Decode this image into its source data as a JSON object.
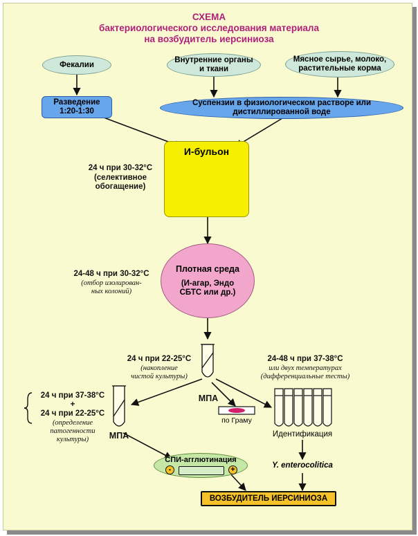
{
  "title": {
    "line1": "СХЕМА",
    "line2": "бактериологического исследования материала",
    "line3": "на возбудитель иерсиниоза"
  },
  "sources": {
    "feces": "Фекалии",
    "organs_1": "Внутренние органы",
    "organs_2": "и ткани",
    "raw_1": "Мясное сырье, молоко,",
    "raw_2": "растительные корма"
  },
  "dilution": {
    "line1": "Разведение",
    "line2": "1:20-1:30"
  },
  "suspension": {
    "line1": "Суспензии в физиологическом растворе или",
    "line2": "дистиллированной воде"
  },
  "enrichment": {
    "medium": "И-бульон",
    "time": "24 ч при 30-32°С",
    "note_1": "(селективное",
    "note_2": "обогащение)"
  },
  "solid": {
    "title": "Плотная среда",
    "line1": "(И-агар, Эндо",
    "line2": "СБТС или др.)",
    "time": "24-48 ч при 30-32°С",
    "note_1": "(отбор изолирован-",
    "note_2": "ных колоний)"
  },
  "pure": {
    "time": "24 ч при 22-25°С",
    "note_1": "(накопление",
    "note_2": "чистой культуры)",
    "medium": "МПА"
  },
  "gram": "по Граму",
  "pathogenicity": {
    "time1": "24 ч при 37-38°С",
    "plus": "+",
    "time2": "24 ч при 22-25°С",
    "note_1": "(определение",
    "note_2": "патогенности",
    "note_3": "культуры)",
    "medium": "МПА"
  },
  "identification": {
    "time": "24-48 ч при 37-38°С",
    "note_1": "или двух температурах",
    "note_2": "(дифференциальные тесты)",
    "label": "Идентификация",
    "species": "Y. enterocolitica"
  },
  "agglutination": {
    "label": "СПИ-агглютинация",
    "minus": "-",
    "plus": "+"
  },
  "result": "ВОЗБУДИТЕЛЬ ИЕРСИНИОЗА",
  "colors": {
    "title": "#b0207a",
    "oval": "#cfe8dc",
    "blue": "#68a6ec",
    "yellow": "#f6f000",
    "pink": "#f2a6cc",
    "green": "#c6e8a6",
    "orange": "#f6c22a"
  }
}
